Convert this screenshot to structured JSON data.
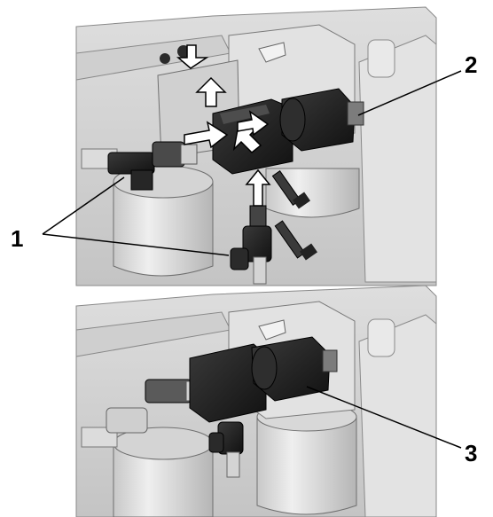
{
  "callouts": {
    "one": "1",
    "two": "2",
    "three": "3"
  },
  "colors": {
    "housing": "#d9d9d9",
    "housing_light": "#ececec",
    "housing_dark": "#9a9a9a",
    "valve_body": "#1c1c1c",
    "arrow": "#ffffff",
    "outline": "#2a2a2a"
  }
}
